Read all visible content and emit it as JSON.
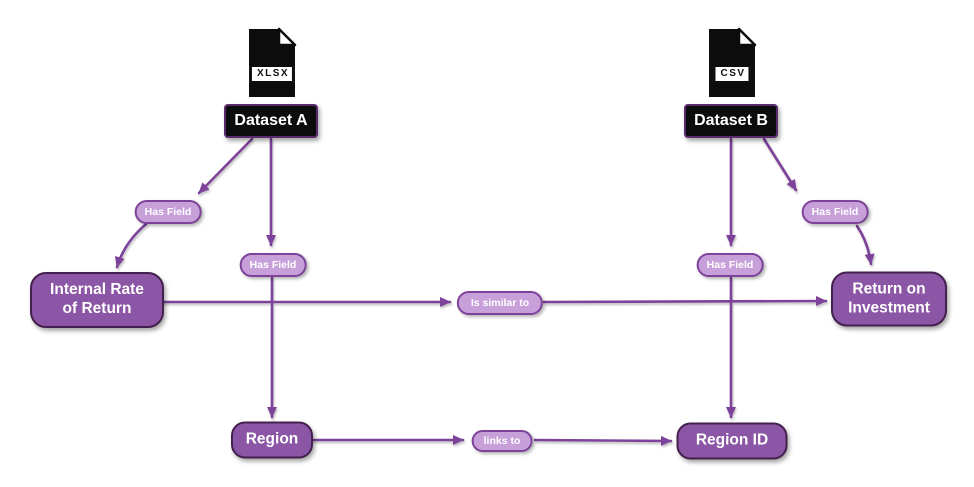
{
  "diagram": {
    "sources": [
      {
        "id": "dataset-a",
        "label": "Dataset A",
        "file_type": "XLSX"
      },
      {
        "id": "dataset-b",
        "label": "Dataset B",
        "file_type": "CSV"
      }
    ],
    "nodes": [
      {
        "id": "internal-rate-of-return",
        "label": "Internal Rate\nof Return"
      },
      {
        "id": "return-on-investment",
        "label": "Return on\nInvestment"
      },
      {
        "id": "region",
        "label": "Region"
      },
      {
        "id": "region-id",
        "label": "Region ID"
      }
    ],
    "edges": [
      {
        "from": "Dataset A",
        "label": "Has Field",
        "to": "Internal Rate of Return"
      },
      {
        "from": "Dataset A",
        "label": "Has Field",
        "to": "Region"
      },
      {
        "from": "Dataset B",
        "label": "Has Field",
        "to": "Region ID"
      },
      {
        "from": "Dataset B",
        "label": "Has Field",
        "to": "Return on Investment"
      },
      {
        "from": "Internal Rate of Return",
        "label": "Is similar to",
        "to": "Return on Investment"
      },
      {
        "from": "Region",
        "label": "links to",
        "to": "Region ID"
      }
    ],
    "colors": {
      "node_fill": "#8a56a5",
      "node_border": "#44204f",
      "pill_fill": "#c7a0da",
      "pill_border": "#7d4299",
      "edge": "#7d4299",
      "dataset_fill": "#0c0c0c",
      "dataset_border": "#5a2a6e",
      "text": "#ffffff"
    }
  }
}
